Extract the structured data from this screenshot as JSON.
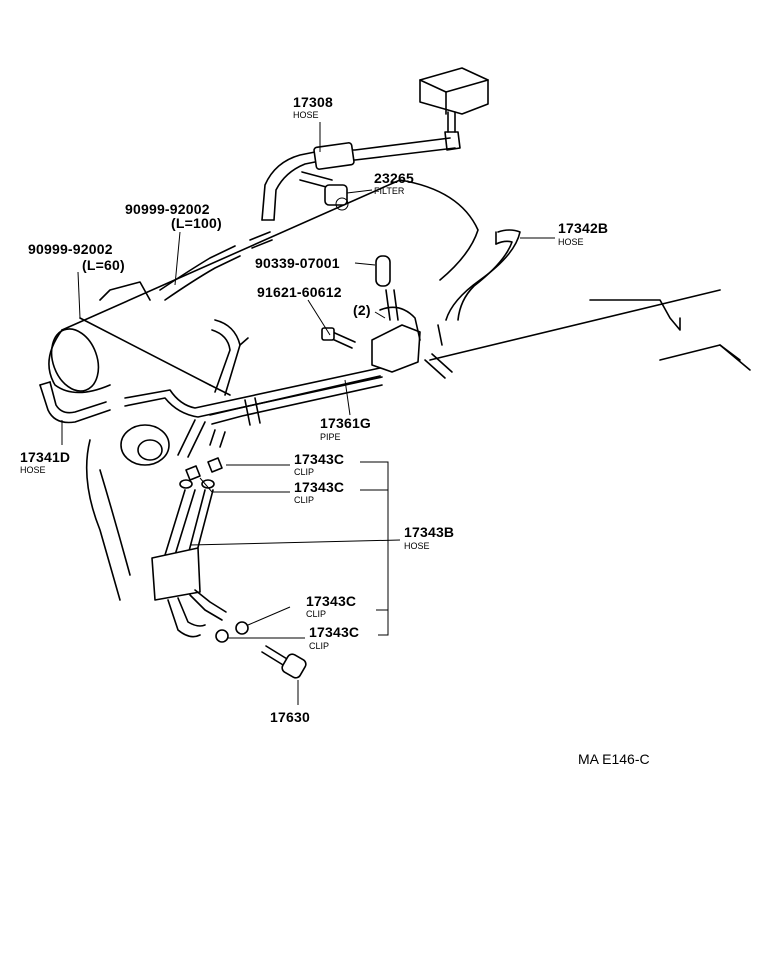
{
  "diagram": {
    "code": "MA E146-C",
    "parts": {
      "p17308": {
        "number": "17308",
        "desc": "HOSE"
      },
      "p23265": {
        "number": "23265",
        "desc": "FILTER"
      },
      "p17342B": {
        "number": "17342B",
        "desc": "HOSE"
      },
      "p90999a": {
        "number": "90999-92002",
        "note": "(L=100)"
      },
      "p90999b": {
        "number": "90999-92002",
        "note": "(L=60)"
      },
      "p90339": {
        "number": "90339-07001"
      },
      "p91621": {
        "number": "91621-60612",
        "qty": "(2)"
      },
      "p17341D": {
        "number": "17341D",
        "desc": "HOSE"
      },
      "p17361G": {
        "number": "17361G",
        "desc": "PIPE"
      },
      "p17343C_1": {
        "number": "17343C",
        "desc": "CLIP"
      },
      "p17343C_2": {
        "number": "17343C",
        "desc": "CLIP"
      },
      "p17343B": {
        "number": "17343B",
        "desc": "HOSE"
      },
      "p17343C_3": {
        "number": "17343C",
        "desc": "CLIP"
      },
      "p17343C_4": {
        "number": "17343C",
        "desc": "CLIP"
      },
      "p17630": {
        "number": "17630"
      }
    }
  }
}
